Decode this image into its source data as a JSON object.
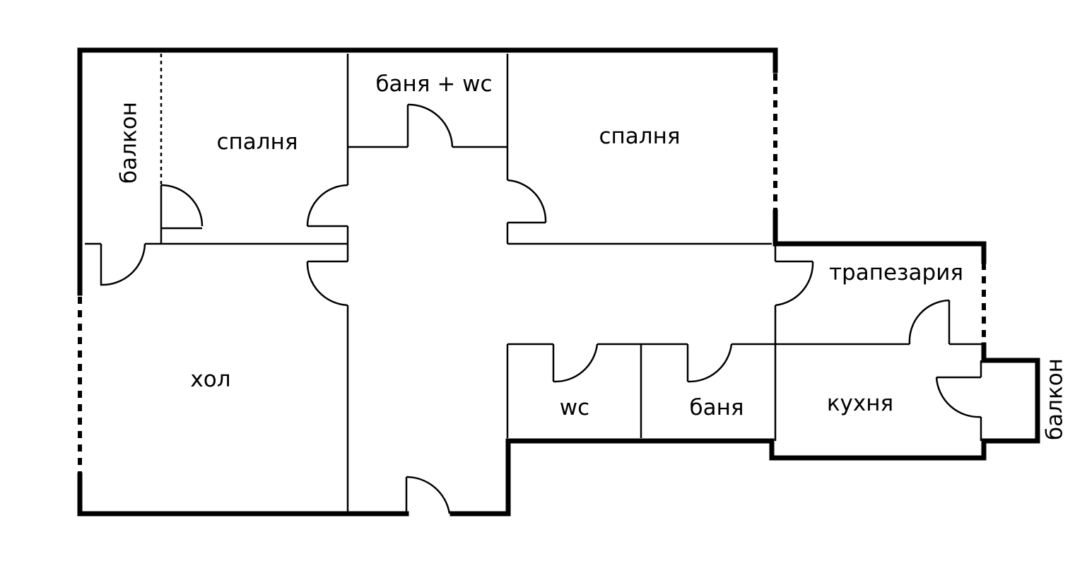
{
  "rooms": {
    "balcony_left": "балкон",
    "bedroom_left": "спалня",
    "bathroom_wc": "баня + wc",
    "bedroom_right": "спалня",
    "living": "хол",
    "dining": "трапезария",
    "wc": "wc",
    "bathroom": "баня",
    "kitchen": "кухня",
    "balcony_right": "балкон"
  },
  "colors": {
    "wall": "#000000",
    "background": "#ffffff"
  }
}
